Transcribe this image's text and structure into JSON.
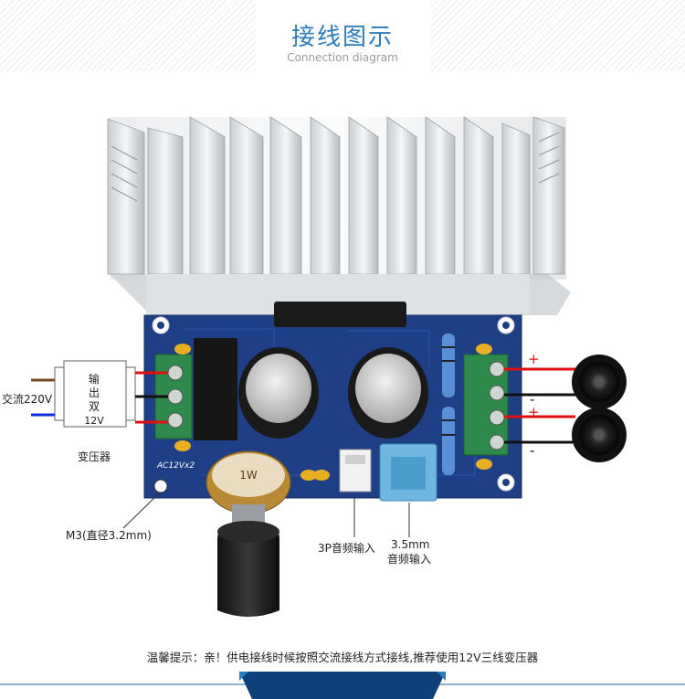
{
  "header": {
    "title_zh": "接线图示",
    "title_en": "Connection diagram"
  },
  "transformer": {
    "line1": "输",
    "line2": "出",
    "line3": "双",
    "line4": "12V",
    "caption": "变压器",
    "input_label": "交流220V"
  },
  "board": {
    "silkscreen_model": "AC12Vx2",
    "pot_label": "1W"
  },
  "labels": {
    "mount_hole": "M3(直径3.2mm)",
    "input_3p": "3P音频输入",
    "input_35_line1": "3.5mm",
    "input_35_line2": "音频输入"
  },
  "speaker_polarity": {
    "top_plus": "+",
    "top_minus": "-",
    "bottom_plus": "+",
    "bottom_minus": "-"
  },
  "footer": {
    "tip": "温馨提示：亲！供电接线时候按照交流接线方式接线,推荐使用12V三线变压器"
  },
  "colors": {
    "accent": "#2a7bbf",
    "pcb": "#1e3f86",
    "wire_red": "#e01010",
    "wire_black": "#111111",
    "wire_brown": "#7a4a1e",
    "wire_blue": "#1030e0",
    "terminal_green": "#2e8a4a"
  }
}
